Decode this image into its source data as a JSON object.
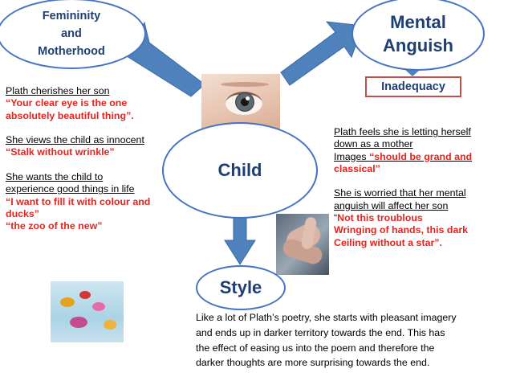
{
  "nodes": {
    "femininity": [
      "Femininity",
      "and",
      "Motherhood"
    ],
    "mental": [
      "Mental",
      "Anguish"
    ],
    "inadequacy": "Inadequacy",
    "child": "Child",
    "style": "Style"
  },
  "left_notes": {
    "n1": "Plath cherishes her son",
    "q1a": "“Your clear eye is the one",
    "q1b": "absolutely beautiful thing”.",
    "n2": "She views the child as innocent",
    "q2": "“Stalk without wrinkle”",
    "n3a": "She wants the child to",
    "n3b": "experience good things in life",
    "q3a": "“I want to fill it with colour and",
    "q3b": "ducks”",
    "q3c": "“the zoo of the new”"
  },
  "right_notes": {
    "n1a": "Plath feels she is letting herself",
    "n1b": "down as a mother",
    "n1c_pre": "Images ",
    "q1a": "“should be grand and",
    "q1b": "classical”",
    "n2a": "She is worried that her mental",
    "n2b": "anguish will affect her son",
    "q2a_mark": "“",
    "q2a": "Not this troublous",
    "q2b": "Wringing of hands, this dark",
    "q2c": "Ceiling without a star”."
  },
  "style_note": [
    "Like a lot of Plath’s poetry, she starts with pleasant imagery",
    "and ends up in darker territory towards the end. This has",
    "the effect of easing us into the poem and therefore the",
    "darker thoughts are more surprising towards the end."
  ],
  "colors": {
    "arrow": "#4f81bd",
    "outline": "#4472c4",
    "quote": "#e8221c",
    "box_border": "#c0504d"
  }
}
